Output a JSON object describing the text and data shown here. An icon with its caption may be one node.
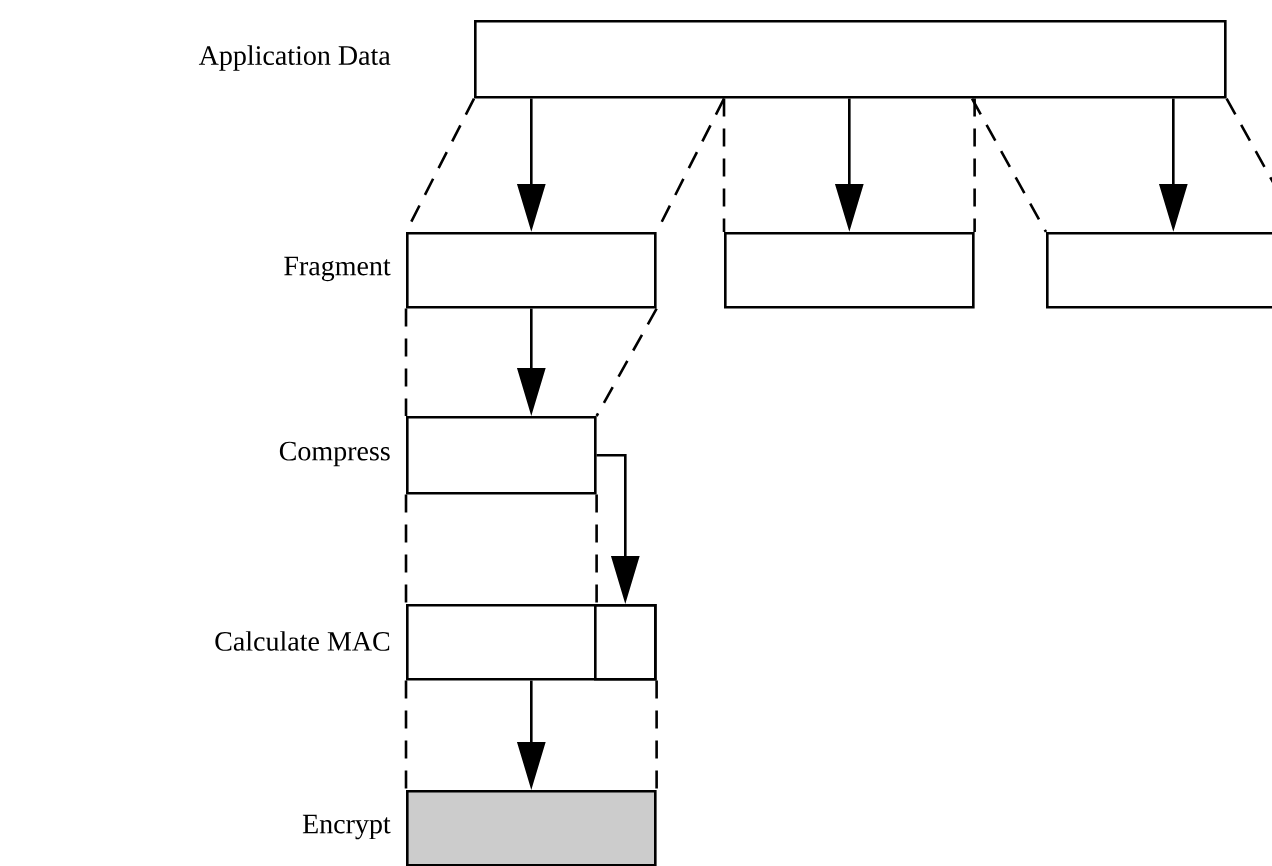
{
  "diagram": {
    "nodes": [
      {
        "text": [
          "Application Data"
        ]
      },
      {
        "text": [
          "Fragment"
        ]
      },
      {
        "text": [],
        "shape": "box"
      },
      {
        "text": [],
        "shape": "box"
      },
      {
        "text": [
          "Compress"
        ]
      },
      {
        "text": [
          "Calculate MAC"
        ]
      },
      {
        "text": [],
        "shape": "box",
        "in": 5
      },
      {
        "text": [
          "Encrypt"
        ]
      }
    ],
    "edges": [
      {
        "from": 0,
        "to": 1,
        "arrow": "to"
      },
      {
        "from": 0,
        "to": 2,
        "arrow": "to"
      },
      {
        "from": 0,
        "to": 3,
        "arrow": "to"
      },
      {
        "from": 1,
        "to": 4,
        "arrow": "to"
      },
      {
        "from": 4,
        "to": 6,
        "arrow": "to"
      },
      {
        "from": 5,
        "to": 7,
        "arrow": "to"
      },
      {
        "from": 0,
        "to": 1,
        "arrow": "none",
        "style": "dashed"
      },
      {
        "from": 0,
        "to": 1,
        "arrow": "none",
        "style": "dashed"
      },
      {
        "from": 0,
        "to": 2,
        "arrow": "none",
        "style": "dashed"
      },
      {
        "from": 0,
        "to": 2,
        "arrow": "none",
        "style": "dashed"
      },
      {
        "from": 0,
        "to": 3,
        "arrow": "none",
        "style": "dashed"
      },
      {
        "from": 0,
        "to": 3,
        "arrow": "none",
        "style": "dashed"
      },
      {
        "from": 1,
        "to": 4,
        "arrow": "none",
        "style": "dashed"
      },
      {
        "from": 1,
        "to": 4,
        "arrow": "none",
        "style": "dashed"
      },
      {
        "from": 4,
        "to": 5,
        "arrow": "none",
        "style": "dashed"
      },
      {
        "from": 4,
        "to": 5,
        "arrow": "none",
        "style": "dashed"
      },
      {
        "from": 5,
        "to": 7,
        "arrow": "none",
        "style": "dashed"
      },
      {
        "from": 5,
        "to": 7,
        "arrow": "none",
        "style": "dashed"
      }
    ]
  }
}
